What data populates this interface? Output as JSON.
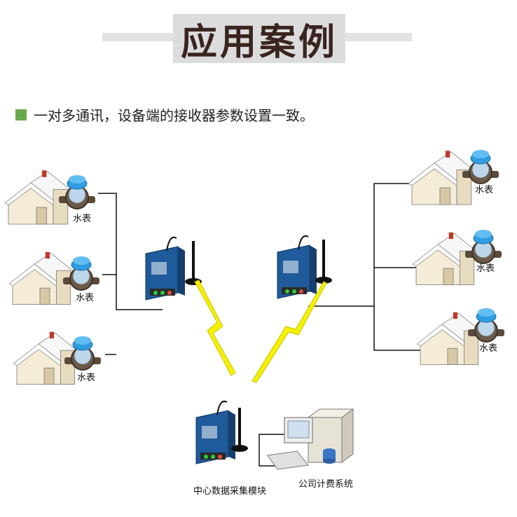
{
  "title": "应用案例",
  "description": "一对多通讯，设备端的接收器参数设置一致。",
  "meter_label": "水表",
  "center_label": "中心数据采集模块",
  "system_label": "公司计费系统",
  "colors": {
    "bullet": "#6aa84f",
    "device_body": "#1f5a9a",
    "lightning": "#f5f000",
    "meter_blue": "#2f9de0",
    "house_wall": "#f4ecd6",
    "house_roof": "#ffffff"
  },
  "icons": [
    "house-icon",
    "water-meter-icon",
    "wireless-module-icon",
    "antenna-icon",
    "lightning-icon",
    "computer-icon"
  ]
}
